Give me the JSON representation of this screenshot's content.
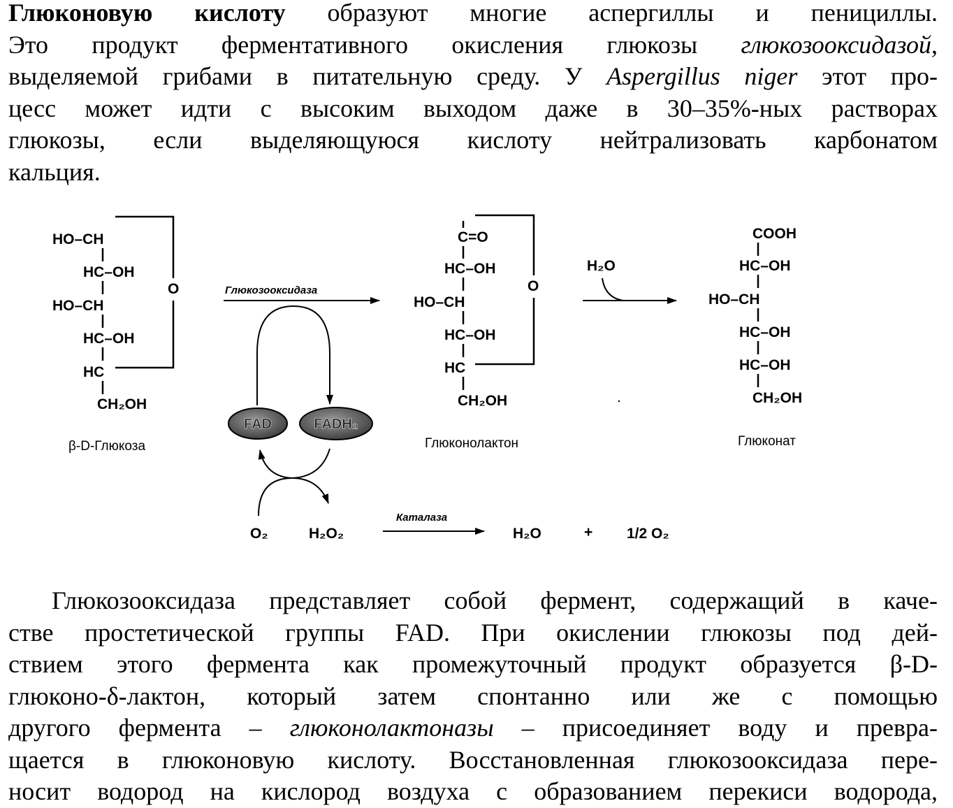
{
  "para1": {
    "l1_bold": "Глюконовую кислоту",
    "l1_rest": " образуют многие аспергиллы и пенициллы.",
    "l2_a": "Это продукт ферментативного окисления глюкозы ",
    "l2_it": "глюкозооксидазой",
    "l2_b": ",",
    "l3_a": "выделяемой грибами в питательную среду. У ",
    "l3_it": "Aspergillus niger",
    "l3_b": " этот про-",
    "l4": "цесс может идти с высоким выходом даже в 30–35%-ных растворах",
    "l5": "глюкозы, если выделяющуюся кислоту нейтрализовать карбонатом",
    "l6": "кальция."
  },
  "scheme": {
    "glucose": {
      "rows": [
        "HO–CH",
        "HC–OH",
        "HO–CH",
        "HC–OH",
        "HC",
        "CH₂OH"
      ],
      "ring_o": "O",
      "caption": "β-D-Глюкоза"
    },
    "enzyme_arrow_label": "Глюкозооксидаза",
    "fad": "FAD",
    "fadh2": "FADH₂",
    "o2": "O₂",
    "h2o2": "H₂O₂",
    "catalase_label": "Каталаза",
    "catalase_product_water": "H₂O",
    "plus": "+",
    "half_o2": "1/2 O₂",
    "gluconolactone": {
      "rows": [
        "C=O",
        "HC–OH",
        "HO–CH",
        "HC–OH",
        "HC",
        "CH₂OH"
      ],
      "ring_o": "O",
      "caption": "Глюконолактон"
    },
    "water_label": "H₂O",
    "gluconate": {
      "rows": [
        "COOH",
        "HC–OH",
        "HO–CH",
        "HC–OH",
        "HC–OH",
        "CH₂OH"
      ],
      "caption": "Глюконат"
    }
  },
  "para2": {
    "l1": "Глюкозооксидаза представляет собой фермент, содержащий в каче-",
    "l2": "стве простетической группы FAD. При окислении глюкозы под дей-",
    "l3": "ствием этого фермента как промежуточный продукт образуется β-D-",
    "l4": "глюконо-δ-лактон, который затем спонтанно или же с помощью",
    "l5_a": "другого фермента – ",
    "l5_it": "глюконолактоназы",
    "l5_b": " – присоединяет воду и превра-",
    "l6": "щается в глюконовую кислоту. Восстановленная глюкозооксидаза пере-",
    "l7": "носит водород на кислород воздуха с образованием перекиси водорода,"
  }
}
